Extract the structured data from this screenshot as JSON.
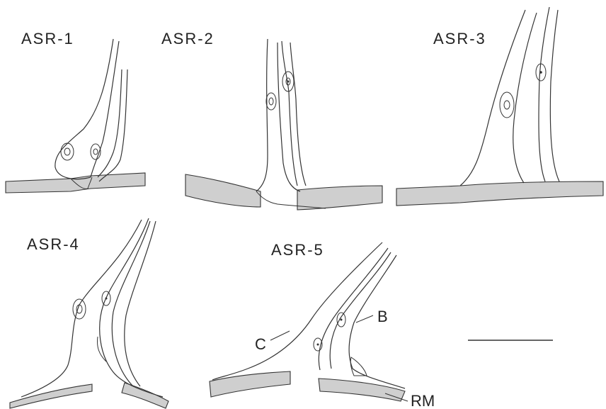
{
  "panels": [
    {
      "id": "asr1",
      "label": "ASR-1"
    },
    {
      "id": "asr2",
      "label": "ASR-2"
    },
    {
      "id": "asr3",
      "label": "ASR-3"
    },
    {
      "id": "asr4",
      "label": "ASR-4"
    },
    {
      "id": "asr5",
      "label": "ASR-5"
    }
  ],
  "annotations": {
    "b": "B",
    "c": "C",
    "rm": "RM"
  },
  "scale_bar": {
    "label": ""
  }
}
